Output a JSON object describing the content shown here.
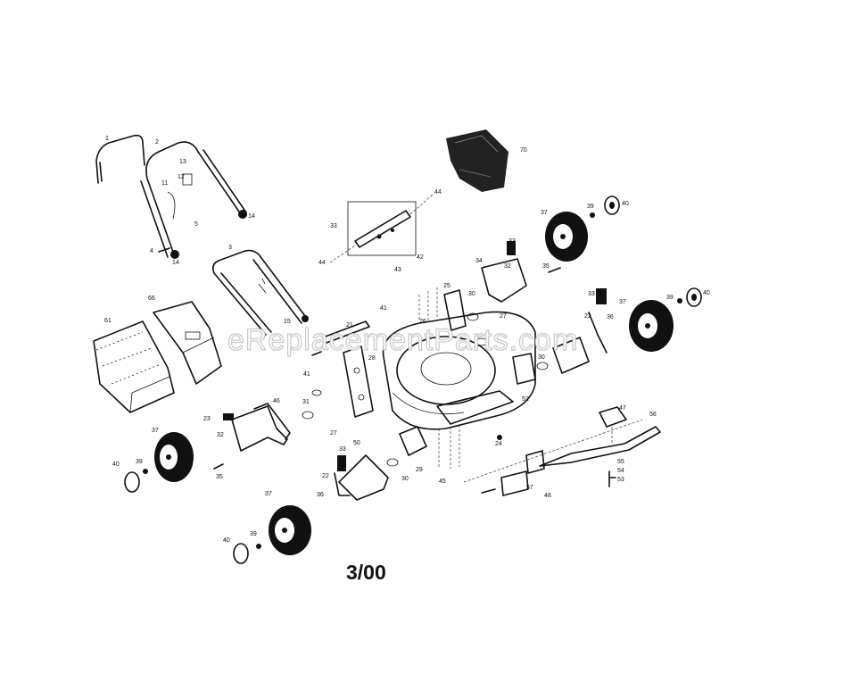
{
  "watermark": "eReplacementParts.com",
  "date_code": "3/00",
  "callouts": {
    "c1": "1",
    "c2": "2",
    "c3": "3",
    "c4": "4",
    "c5": "5",
    "c11": "11",
    "c12": "12",
    "c13": "13",
    "c14a": "14",
    "c14b": "14",
    "c15": "15",
    "c21": "21",
    "c22a": "22",
    "c22b": "22",
    "c23": "23",
    "c24": "24",
    "c25": "25",
    "c26": "26",
    "c27a": "27",
    "c27b": "27",
    "c28": "28",
    "c29": "29",
    "c30a": "30",
    "c30b": "30",
    "c30c": "30",
    "c31": "31",
    "c32a": "32",
    "c32b": "32",
    "c33a": "33",
    "c33b": "33",
    "c33c": "33",
    "c33d": "33",
    "c34": "34",
    "c35a": "35",
    "c35b": "35",
    "c36a": "36",
    "c36b": "36",
    "c37a": "37",
    "c37b": "37",
    "c37c": "37",
    "c37d": "37",
    "c39a": "39",
    "c39b": "39",
    "c39c": "39",
    "c39d": "39",
    "c40a": "40",
    "c40b": "40",
    "c40c": "40",
    "c40d": "40",
    "c41a": "41",
    "c41b": "41",
    "c42": "42",
    "c43": "43",
    "c44a": "44",
    "c44b": "44",
    "c45": "45",
    "c46": "46",
    "c47": "47",
    "c48": "48",
    "c50": "50",
    "c52": "52",
    "c53": "53",
    "c54": "54",
    "c55": "55",
    "c56": "56",
    "c57": "57",
    "c61": "61",
    "c66": "66",
    "c70": "70"
  }
}
